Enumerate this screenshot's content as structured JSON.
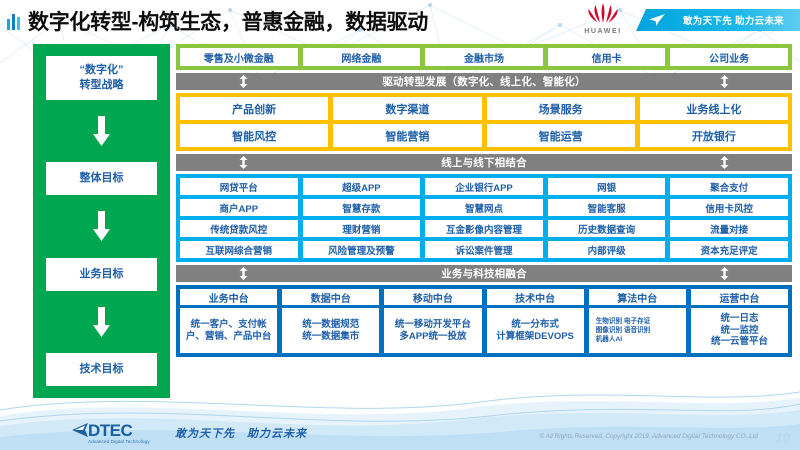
{
  "header": {
    "title": "数字化转型-构筑生态，普惠金融，数据驱动",
    "title_icon": "bar-chart-icon",
    "huawei_wordmark": "HUAWEI",
    "huawei_logo_icon": "huawei-flower-icon",
    "banner_icon": "paper-plane-icon",
    "banner_slogan": "敢为天下先 助力云未来"
  },
  "strategy_column": {
    "steps": [
      {
        "label": "“数字化”\n转型战略"
      },
      {
        "label": "整体目标"
      },
      {
        "label": "业务目标"
      },
      {
        "label": "技术目标"
      }
    ],
    "arrow_icon": "arrow-down-icon"
  },
  "business_lines": {
    "items": [
      "零售及小微金融",
      "网络金融",
      "金融市场",
      "信用卡",
      "公司业务"
    ]
  },
  "bands": [
    {
      "text": "驱动转型发展（数字化、线上化、智能化）",
      "icon": "double-arrow-vertical-icon"
    },
    {
      "text": "线上与线下相结合",
      "icon": "double-arrow-vertical-icon"
    },
    {
      "text": "业务与科技相融合",
      "icon": "double-arrow-vertical-icon"
    }
  ],
  "overall_goals": {
    "rows": [
      [
        "产品创新",
        "数字渠道",
        "场景服务",
        "业务线上化"
      ],
      [
        "智能风控",
        "智能营销",
        "智能运营",
        "开放银行"
      ]
    ]
  },
  "business_goals": {
    "rows": [
      [
        "网贷平台",
        "超级APP",
        "企业银行APP",
        "网银",
        "聚合支付"
      ],
      [
        "商户APP",
        "智慧存款",
        "智慧网点",
        "智能客服",
        "信用卡风控"
      ],
      [
        "传统贷款风控",
        "理财营销",
        "互金影像内容管理",
        "历史数据查询",
        "流量对接"
      ],
      [
        "互联网综合营销",
        "风险管理及预警",
        "诉讼案件管理",
        "内部评级",
        "资本充足评定"
      ]
    ]
  },
  "tech_goals": {
    "platforms": [
      {
        "head": "业务中台",
        "body": "统一客户、支付帐户、营销、产品中台",
        "tiny": false
      },
      {
        "head": "数据中台",
        "body": "统一数据规范\n统一数据集市",
        "tiny": false
      },
      {
        "head": "移动中台",
        "body": "统一移动开发平台\n多APP统一投放",
        "tiny": false
      },
      {
        "head": "技术中台",
        "body": "统一分布式\n计算框架DEVOPS",
        "tiny": false
      },
      {
        "head": "算法中台",
        "body": "生物识别 电子存证\n图像识别 语音识别\n机器人AI",
        "tiny": true
      },
      {
        "head": "运营中台",
        "body": "统一日志\n统一监控\n统一云管平台",
        "tiny": false
      }
    ]
  },
  "footer": {
    "logo_word": "DTEC",
    "logo_sub": "Advanced Digital Technology",
    "logo_icon": "dtec-arrow-icon",
    "slogan": "敢为天下先　助力云未来",
    "copyright": "© All Rights Reserved. Copyright 2019. Advanced Digital Technology CO.,Ltd",
    "page_number": "10"
  },
  "colors": {
    "green_line": "#8cc63f",
    "strategy_green": "#00a650",
    "orange": "#ffc000",
    "cyan": "#00aeef",
    "blue": "#0070c0",
    "band_gray": "#808080",
    "text_blue": "#1f5fa8",
    "huawei_red": "#cf0a2c",
    "banner_blue": "#00a4dd"
  }
}
